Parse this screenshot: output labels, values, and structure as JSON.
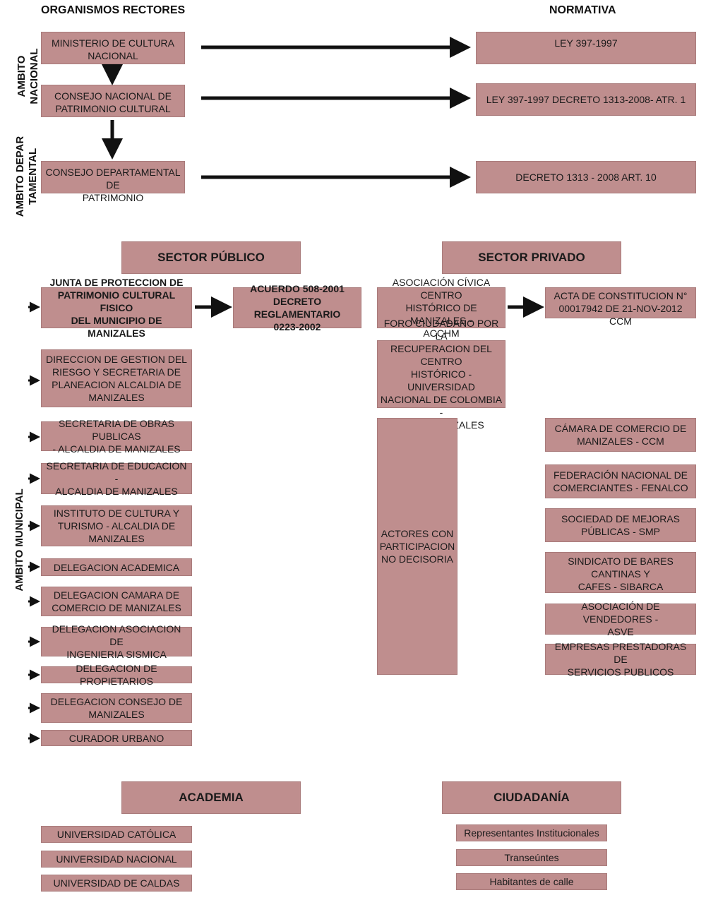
{
  "titles": {
    "organismos": "ORGANISMOS RECTORES",
    "normativa": "NORMATIVA"
  },
  "side_labels": {
    "nacional": "AMBITO\nNACIONAL",
    "departamental": "AMBITO DEPAR\nTAMENTAL",
    "municipal": "AMBITO MUNICIPAL"
  },
  "rectores": [
    "MINISTERIO DE CULTURA\nNACIONAL",
    "CONSEJO NACIONAL DE\nPATRIMONIO CULTURAL",
    "CONSEJO DEPARTAMENTAL DE\nPATRIMONIO"
  ],
  "normativa": [
    "LEY 397-1997",
    "LEY 397-1997 DECRETO 1313-2008- ATR. 1",
    "DECRETO 1313 - 2008 ART. 10"
  ],
  "sectors": {
    "publico": "SECTOR PÚBLICO",
    "privado": "SECTOR PRIVADO",
    "academia": "ACADEMIA",
    "ciudadania": "CIUDADANÍA"
  },
  "publico": {
    "junta": "JUNTA DE PROTECCION DE\nPATRIMONIO CULTURAL FISICO\nDEL MUNICIPIO DE MANIZALES",
    "acuerdo": "ACUERDO 508-2001\nDECRETO REGLAMENTARIO\n0223-2002",
    "items": [
      "DIRECCION DE GESTION DEL\nRIESGO Y SECRETARIA DE\nPLANEACION ALCALDIA DE\nMANIZALES",
      "SECRETARIA DE OBRAS PUBLICAS\n- ALCALDIA DE MANIZALES",
      "SECRETARIA DE EDUCACION -\nALCALDIA DE MANIZALES",
      "INSTITUTO DE CULTURA Y\nTURISMO - ALCALDIA DE\nMANIZALES",
      "DELEGACION ACADEMICA",
      "DELEGACION CAMARA DE\nCOMERCIO DE MANIZALES",
      "DELEGACION ASOCIACION DE\nINGENIERIA SISMICA",
      "DELEGACION DE PROPIETARIOS",
      "DELEGACION CONSEJO DE\nMANIZALES",
      "CURADOR URBANO"
    ]
  },
  "privado": {
    "acchm": "ASOCIACIÓN CÍVICA CENTRO\nHISTÓRICO DE MANIZALES -\nACCHM",
    "acta": "ACTA DE CONSTITUCION N°\n00017942 DE 21-NOV-2012 CCM",
    "foro": "FORO CIUDADANO POR LA\nRECUPERACION DEL CENTRO\nHISTÓRICO - UNIVERSIDAD\nNACIONAL DE COLOMBIA -\nSEDE MANIZALES",
    "actores": "ACTORES CON\nPARTICIPACION\nNO DECISORIA",
    "items": [
      "CÁMARA DE COMERCIO DE\nMANIZALES - CCM",
      "FEDERACIÓN NACIONAL DE\nCOMERCIANTES - FENALCO",
      "SOCIEDAD DE MEJORAS\nPÚBLICAS - SMP",
      "SINDICATO DE BARES CANTINAS Y\nCAFES - SIBARCA",
      "ASOCIACIÓN DE VENDEDORES -\nASVE",
      "EMPRESAS PRESTADORAS DE\nSERVICIOS PUBLICOS"
    ]
  },
  "academia": [
    "UNIVERSIDAD CATÓLICA",
    "UNIVERSIDAD NACIONAL",
    "UNIVERSIDAD DE CALDAS"
  ],
  "ciudadania": [
    "Representantes Institucionales",
    "Transeúntes",
    "Habitantes de calle"
  ],
  "colors": {
    "box_fill": "#bf8e8e",
    "arrow": "#111111"
  }
}
